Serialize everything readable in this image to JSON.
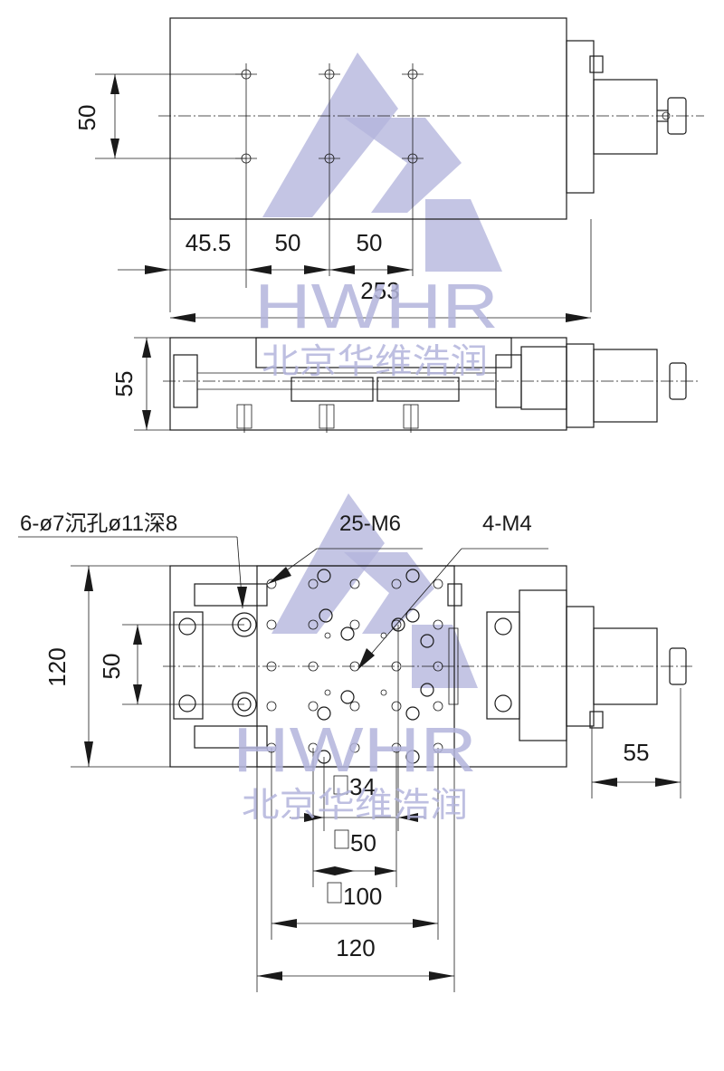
{
  "watermark": {
    "brand": "HWHR",
    "company": "北京华维浩润",
    "color": "#b3b5dc"
  },
  "top_view": {
    "dim_height": "50",
    "dim_offset": "45.5",
    "dim_pitch_1": "50",
    "dim_pitch_2": "50",
    "dim_length": "253"
  },
  "side_view": {
    "dim_height": "55"
  },
  "plan_view": {
    "callout_counterbore": "6-ø7沉孔ø11深8",
    "callout_m6": "25-M6",
    "callout_m4": "4-M4",
    "dim_width": "120",
    "dim_inner": "50",
    "dim_motor": "55",
    "dim_sq34": "34",
    "dim_sq50": "50",
    "dim_sq100": "100",
    "dim_table": "120"
  }
}
